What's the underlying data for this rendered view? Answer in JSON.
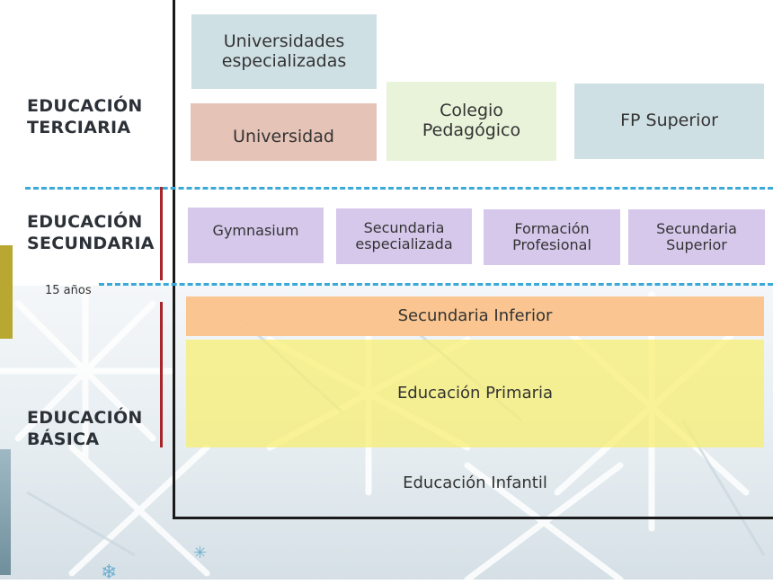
{
  "stages": {
    "tertiary": "EDUCACIÓN\nTERCIARIA",
    "secondary": "EDUCACIÓN\nSECUNDARIA",
    "basic": "EDUCACIÓN\nBÁSICA"
  },
  "age_marker": "15 años",
  "tertiary": {
    "specialized_universities": "Universidades\nespecializadas",
    "university": "Universidad",
    "teacher_college": "Colegio\nPedagógico",
    "higher_vocational": "FP Superior"
  },
  "secondary": {
    "gymnasium": "Gymnasium",
    "specialized_secondary": "Secundaria\nespecializada",
    "vocational_training": "Formación\nProfesional",
    "upper_secondary": "Secundaria\nSuperior"
  },
  "basic": {
    "lower_secondary": "Secundaria Inferior",
    "primary": "Educación Primaria",
    "infant": "Educación Infantil"
  },
  "colors": {
    "dashed_line": "#3aa9d8",
    "stage_marker": "#a8262b",
    "blue_box": "#cfe0e4",
    "red_box": "#e6c3b7",
    "green_box": "#e8f3d9",
    "purple_box": "#d6c8eb",
    "orange_band": "#fac28a",
    "yellow_band": "#f8ee6e"
  }
}
